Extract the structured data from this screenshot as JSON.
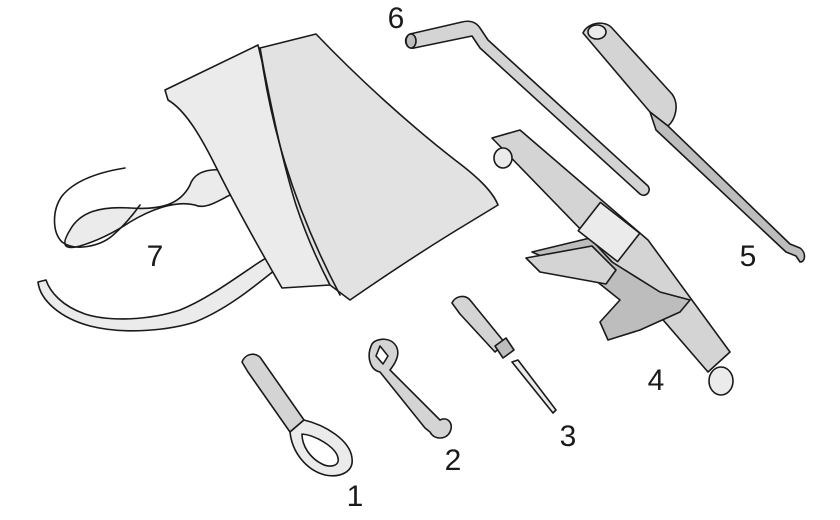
{
  "figure": {
    "background": "#ffffff",
    "line_color": "#1a1a1a",
    "fill_light": "#ebebeb",
    "fill_mid": "#d4d4d4",
    "fill_dark": "#bdbdbd",
    "items": [
      {
        "id": "tow-eye",
        "callout": "1"
      },
      {
        "id": "wrench",
        "callout": "2"
      },
      {
        "id": "screwdriver",
        "callout": "3"
      },
      {
        "id": "scissor-jack",
        "callout": "4"
      },
      {
        "id": "wheel-brace",
        "callout": "5"
      },
      {
        "id": "jack-crank",
        "callout": "6"
      },
      {
        "id": "tool-bag",
        "callout": "7"
      }
    ]
  }
}
